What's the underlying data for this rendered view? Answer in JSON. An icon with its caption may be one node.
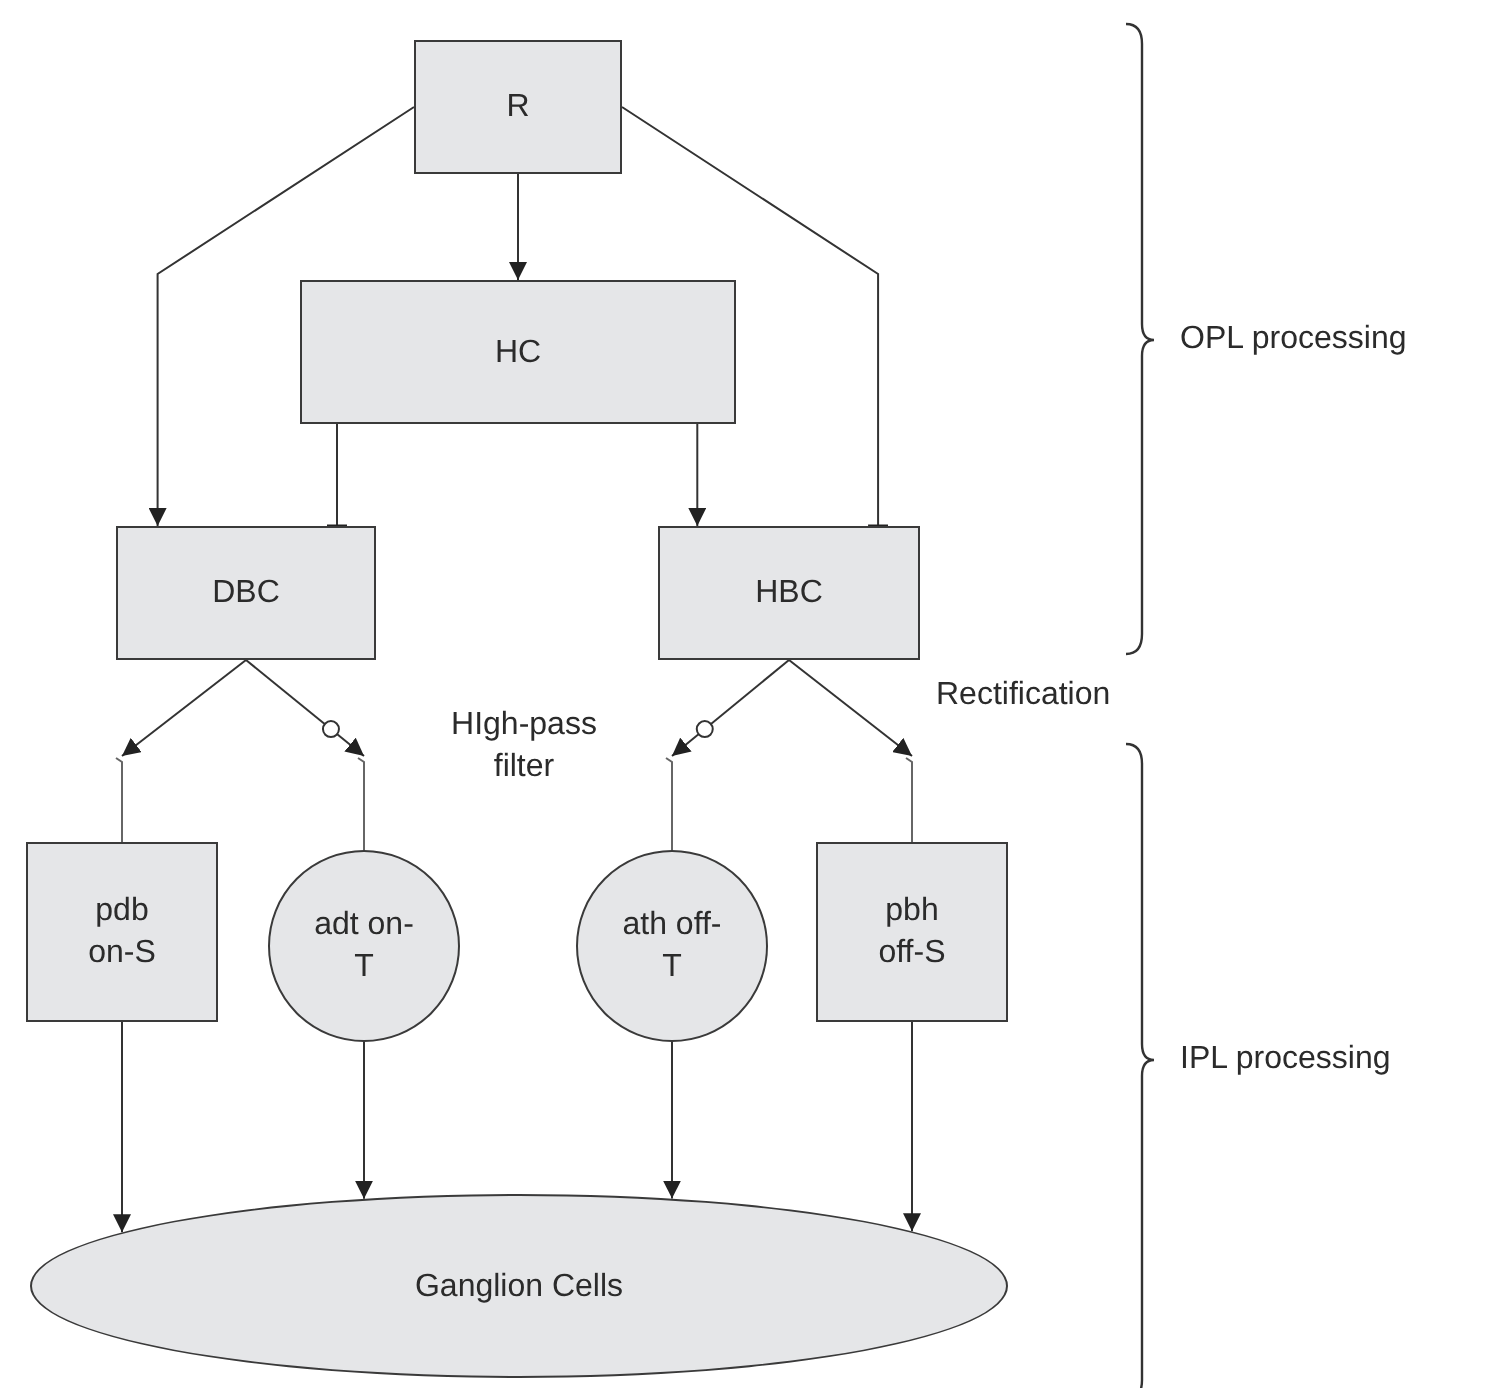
{
  "diagram": {
    "nodes": [
      {
        "text": [
          "R"
        ]
      },
      {
        "text": [
          "HC"
        ]
      },
      {
        "text": [
          "DBC"
        ]
      },
      {
        "text": [
          "HBC"
        ]
      },
      {
        "text": [
          "pdb on-S"
        ]
      },
      {
        "text": [
          "adt on-T"
        ]
      },
      {
        "text": [
          "ath off-T"
        ]
      },
      {
        "text": [
          "pbh off-S"
        ]
      },
      {
        "text": [
          "Ganglion Cells"
        ]
      }
    ],
    "edges": [
      {
        "from": 0,
        "to": 1,
        "arrow": "to"
      },
      {
        "from": 0,
        "to": 2,
        "arrow": "to"
      },
      {
        "from": 0,
        "to": 3,
        "arrow": "other"
      },
      {
        "from": 1,
        "to": 2,
        "arrow": "other"
      },
      {
        "from": 1,
        "to": 3,
        "arrow": "to"
      },
      {
        "from": 2,
        "to": 4,
        "arrow": "to"
      },
      {
        "from": 2,
        "to": 5,
        "arrow": "to"
      },
      {
        "from": 3,
        "to": 6,
        "arrow": "to"
      },
      {
        "from": 3,
        "to": 7,
        "arrow": "to"
      },
      {
        "from": 4,
        "to": 8,
        "arrow": "to"
      },
      {
        "from": 5,
        "to": 8,
        "arrow": "to"
      },
      {
        "from": 6,
        "to": 8,
        "arrow": "to"
      },
      {
        "from": 7,
        "to": 8,
        "arrow": "to"
      }
    ],
    "labels": [
      "HIgh-pass filter",
      "Rectification",
      "OPL processing",
      "IPL processing"
    ]
  }
}
